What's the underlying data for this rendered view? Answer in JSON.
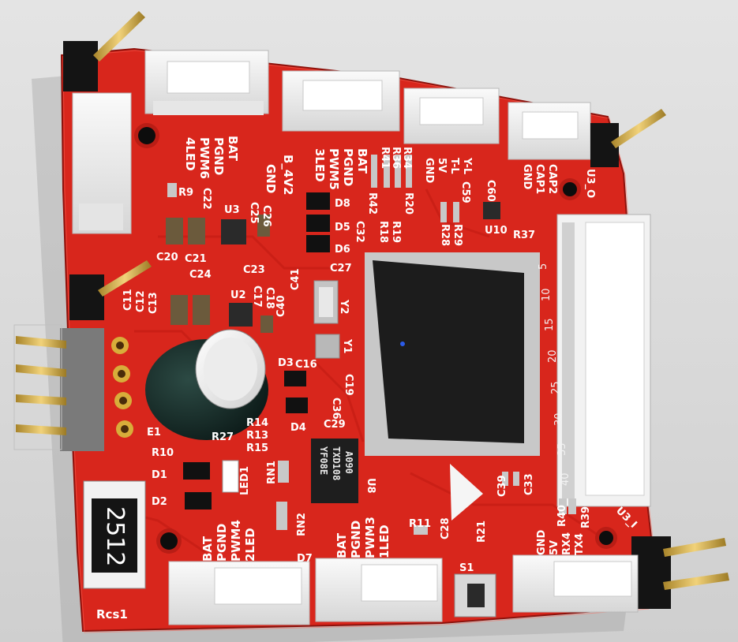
{
  "board": {
    "colors": {
      "pcb": "#d8261c",
      "pcb_dark": "#b81c14",
      "silk": "#ffffff",
      "connector": "#f0f0f0",
      "chip": "#1c1c1c",
      "pin_gold": "#d8b040",
      "background": "#dcdcdc"
    },
    "top_header": {
      "left": [
        "BAT",
        "PGND",
        "PWM6",
        "4LED"
      ],
      "middle": [
        "BAT",
        "PGND",
        "PWM5",
        "3LED"
      ],
      "right": [
        "GND",
        "5V",
        "T-L",
        "Y-L"
      ],
      "far": [
        "GND",
        "CAP1",
        "CAP2"
      ]
    },
    "bottom_header": {
      "left": [
        "BAT",
        "PGND",
        "PWM4",
        "2LED"
      ],
      "middle": [
        "BAT",
        "PGND",
        "PWM3",
        "1LED"
      ],
      "right": [
        "GND",
        "5V",
        "RX4",
        "TX4"
      ]
    },
    "refs": {
      "r9": "R9",
      "c22": "C22",
      "u3": "U3",
      "c25": "C25",
      "c26": "C26",
      "c20": "C20",
      "c21": "C21",
      "c23": "C23",
      "c24": "C24",
      "gnd": "GND",
      "b4v2": "B_4V2",
      "d8": "D8",
      "d5": "D5",
      "d6": "D6",
      "c27": "C27",
      "c32": "C32",
      "r42": "R42",
      "r41": "R41",
      "r36": "R36",
      "r34": "R34",
      "r18": "R18",
      "r19": "R19",
      "r20": "R20",
      "r28": "R28",
      "r29": "R29",
      "c59": "C59",
      "c60": "C60",
      "u10": "U10",
      "r37": "R37",
      "u3o": "U3_O",
      "c11": "C11",
      "c12": "C12",
      "c13": "C13",
      "u2": "U2",
      "c17": "C17",
      "c18": "C18",
      "c40": "C40",
      "c41": "C41",
      "y2": "Y2",
      "y1": "Y1",
      "d3": "D3",
      "c16": "C16",
      "c19": "C19",
      "c36": "C36",
      "d4": "D4",
      "c29": "C29",
      "r14": "R14",
      "r13": "R13",
      "r15": "R15",
      "r27": "R27",
      "e1": "E1",
      "r10": "R10",
      "d1": "D1",
      "d2": "D2",
      "led1": "LED1",
      "rn1": "RN1",
      "rn2": "RN2",
      "u8": "U8",
      "r11": "R11",
      "c28": "C28",
      "r21": "R21",
      "c39": "C39",
      "c33": "C33",
      "r40": "R40",
      "r39": "R39",
      "u3i": "U3_I",
      "s1": "S1",
      "d7": "D7",
      "rcs1": "Rcs1"
    },
    "shunt_marking": "2512",
    "u8_marking": [
      "YF08E",
      "TXD108",
      "A090"
    ],
    "fpc_ticks": [
      "5",
      "10",
      "15",
      "20",
      "25",
      "30",
      "35",
      "40"
    ]
  }
}
